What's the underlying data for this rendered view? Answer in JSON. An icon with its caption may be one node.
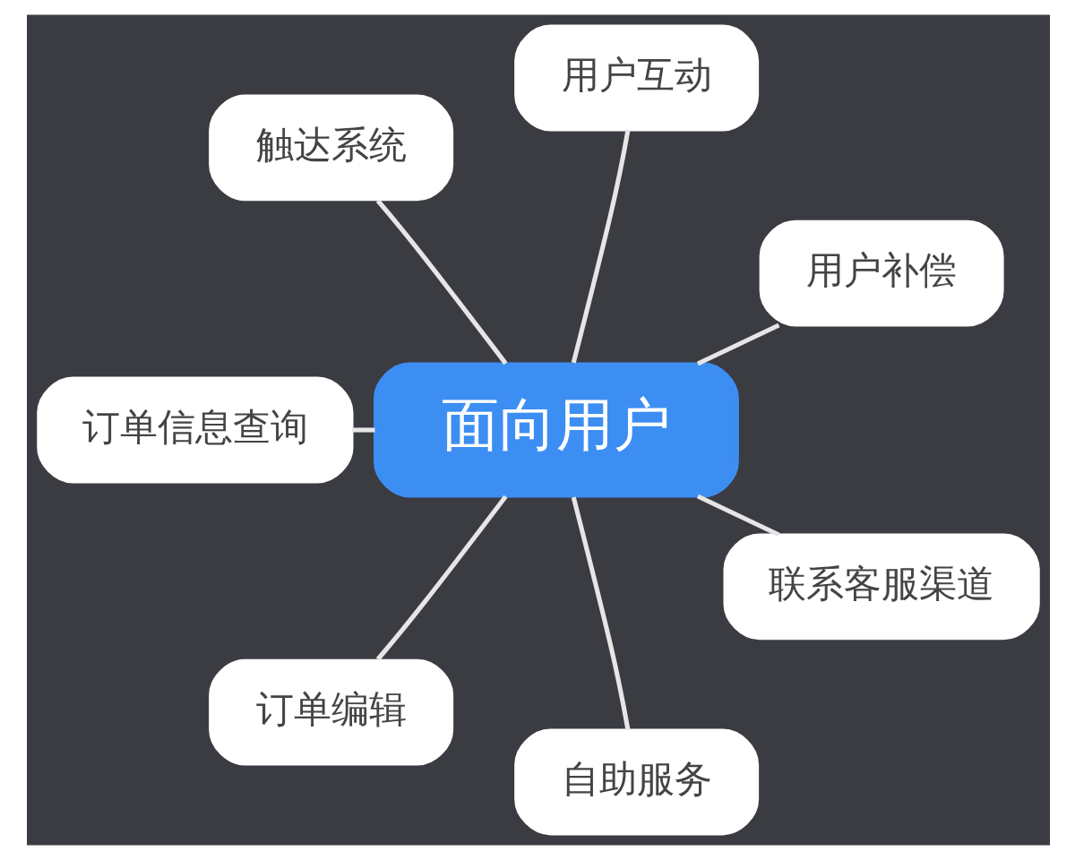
{
  "diagram": {
    "nodes": [
      {
        "text": [
          "面向用户"
        ]
      },
      {
        "text": [
          "用户补偿"
        ]
      },
      {
        "text": [
          "用户互动"
        ]
      },
      {
        "text": [
          "触达系统"
        ]
      },
      {
        "text": [
          "订单信息查询"
        ]
      },
      {
        "text": [
          "订单编辑"
        ]
      },
      {
        "text": [
          "自助服务"
        ]
      },
      {
        "text": [
          "联系客服渠道"
        ]
      }
    ],
    "edges": [
      {
        "from": 0,
        "to": 1,
        "arrow": "none"
      },
      {
        "from": 0,
        "to": 2,
        "arrow": "none"
      },
      {
        "from": 0,
        "to": 3,
        "arrow": "none"
      },
      {
        "from": 0,
        "to": 4,
        "arrow": "none"
      },
      {
        "from": 0,
        "to": 5,
        "arrow": "none"
      },
      {
        "from": 0,
        "to": 6,
        "arrow": "none"
      },
      {
        "from": 0,
        "to": 7,
        "arrow": "none"
      }
    ]
  }
}
